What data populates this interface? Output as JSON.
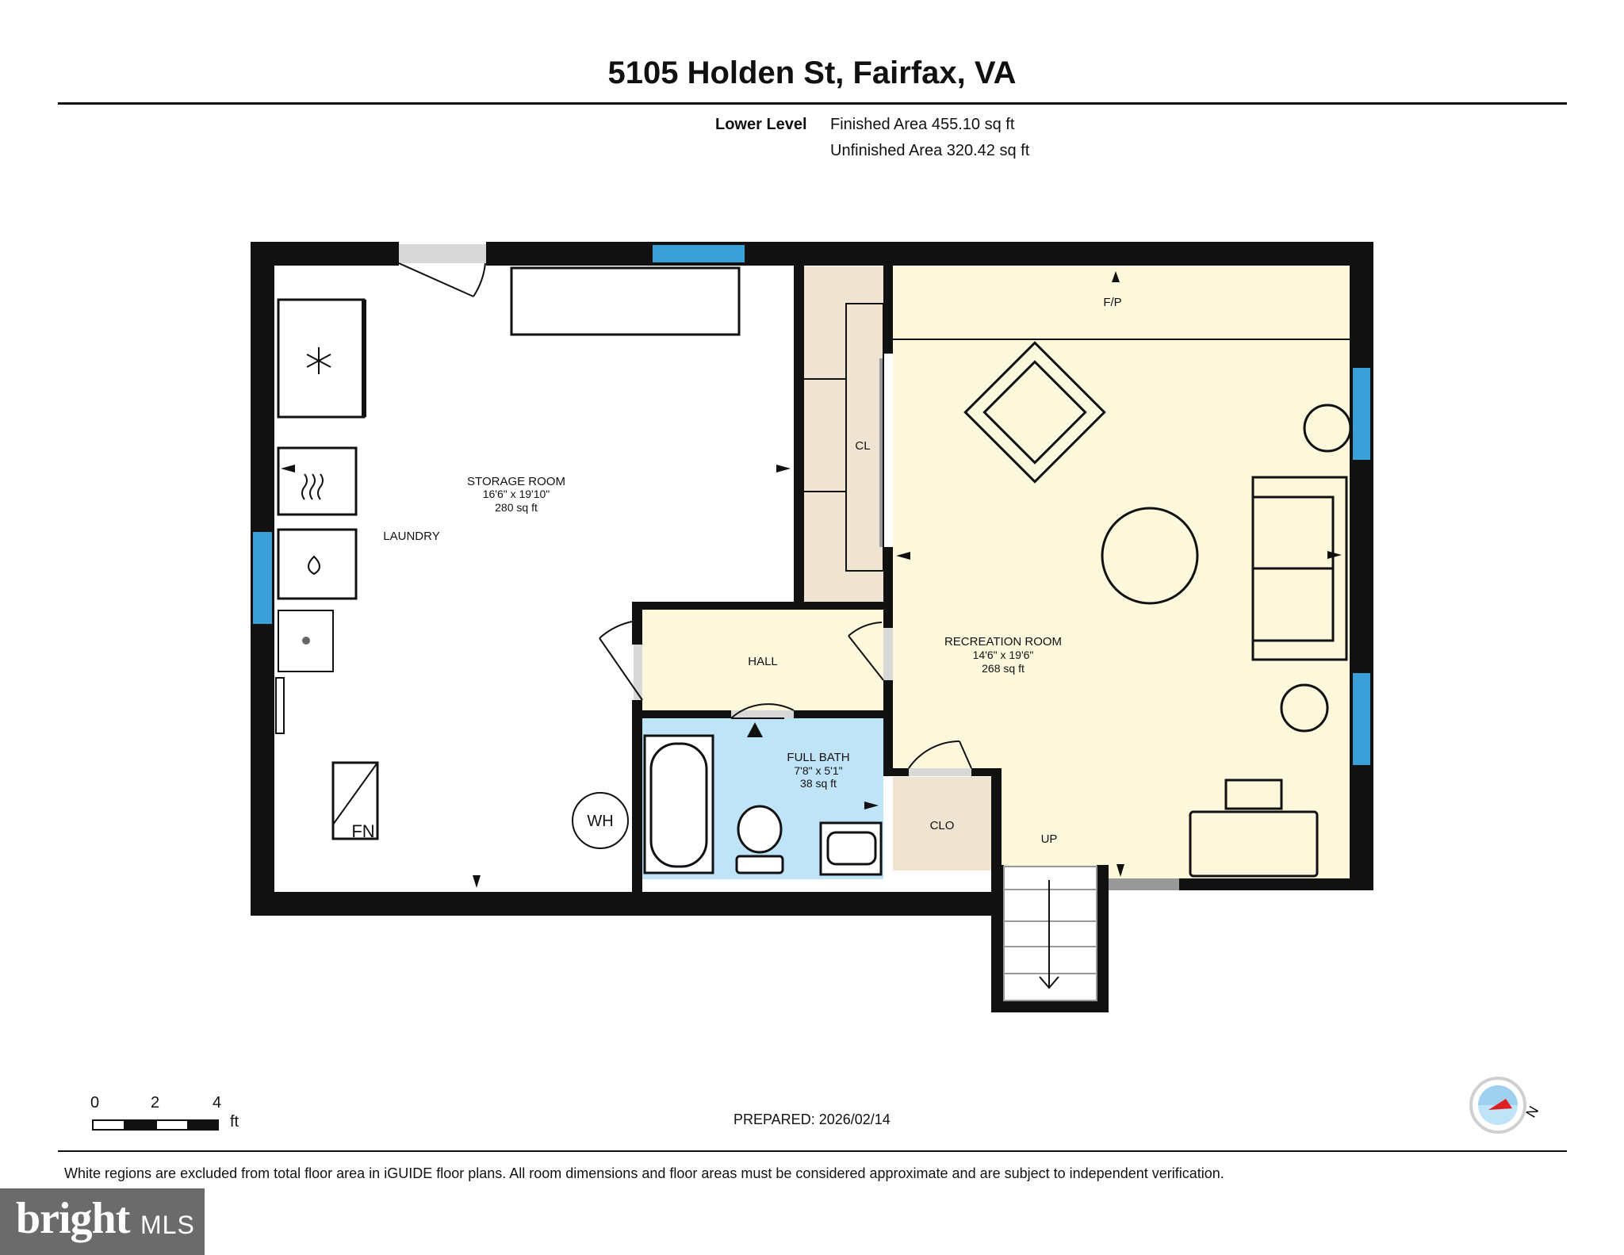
{
  "header": {
    "title": "5105 Holden St, Fairfax, VA",
    "level": "Lower Level",
    "finished_area": "Finished Area 455.10 sq ft",
    "unfinished_area": "Unfinished Area 320.42 sq ft"
  },
  "rooms": {
    "storage": {
      "name": "STORAGE ROOM",
      "dims": "16'6\" x 19'10\"",
      "area": "280 sq ft"
    },
    "laundry": {
      "name": "LAUNDRY"
    },
    "closet": {
      "name": "CL"
    },
    "fireplace": {
      "name": "F/P"
    },
    "hall": {
      "name": "HALL"
    },
    "bath": {
      "name": "FULL BATH",
      "dims": "7'8\" x 5'1\"",
      "area": "38 sq ft"
    },
    "recreation": {
      "name": "RECREATION ROOM",
      "dims": "14'6\" x 19'6\"",
      "area": "268 sq ft"
    },
    "clo": {
      "name": "CLO"
    },
    "up": {
      "name": "UP"
    },
    "wh": {
      "name": "WH"
    },
    "fn": {
      "name": "FN"
    }
  },
  "scale": {
    "ticks": [
      "0",
      "2",
      "4"
    ],
    "unit": "ft"
  },
  "prepared": "PREPARED: 2026/02/14",
  "compass_label": "N",
  "footer": "White regions are excluded from total floor area in iGUIDE floor plans. All room dimensions and floor areas must be considered approximate and are subject to independent verification.",
  "logo": {
    "word": "bright",
    "mls": "MLS"
  },
  "colors": {
    "wall": "#111111",
    "window": "#3ba0d8",
    "recreation": "#fdf8dc",
    "bath": "#bfe3f7",
    "closet": "#efe4d2",
    "door": "#d8d8d8"
  }
}
